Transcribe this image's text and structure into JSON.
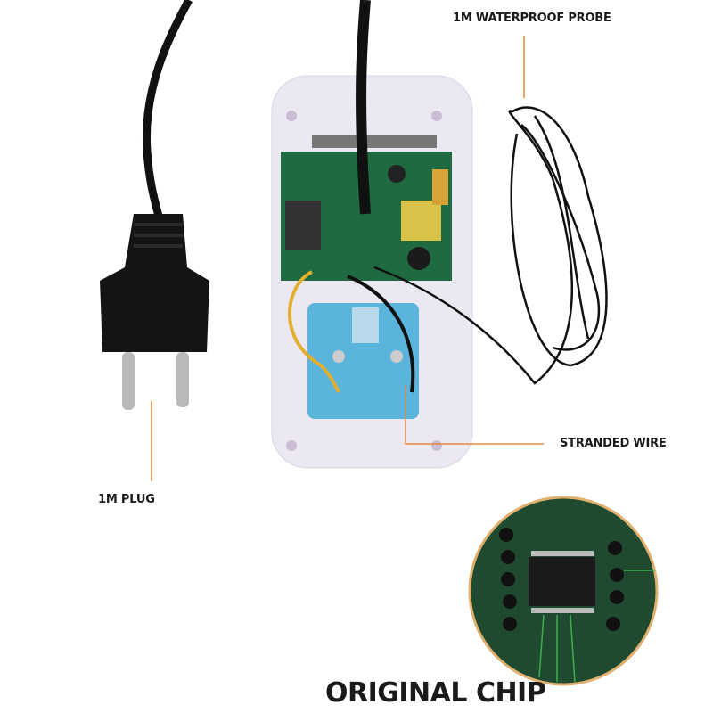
{
  "labels": {
    "probe": "1M WATERPROOF PROBE",
    "plug": "1M PLUG",
    "stranded_wire": "STRANDED WIRE",
    "chip": "ORIGINAL CHIP"
  },
  "colors": {
    "leader_line": "#e08a3c",
    "pcb_green": "#1f5a3a",
    "socket_blue": "#5ab4dc",
    "housing": "#ece8f2",
    "cable": "#111111"
  }
}
